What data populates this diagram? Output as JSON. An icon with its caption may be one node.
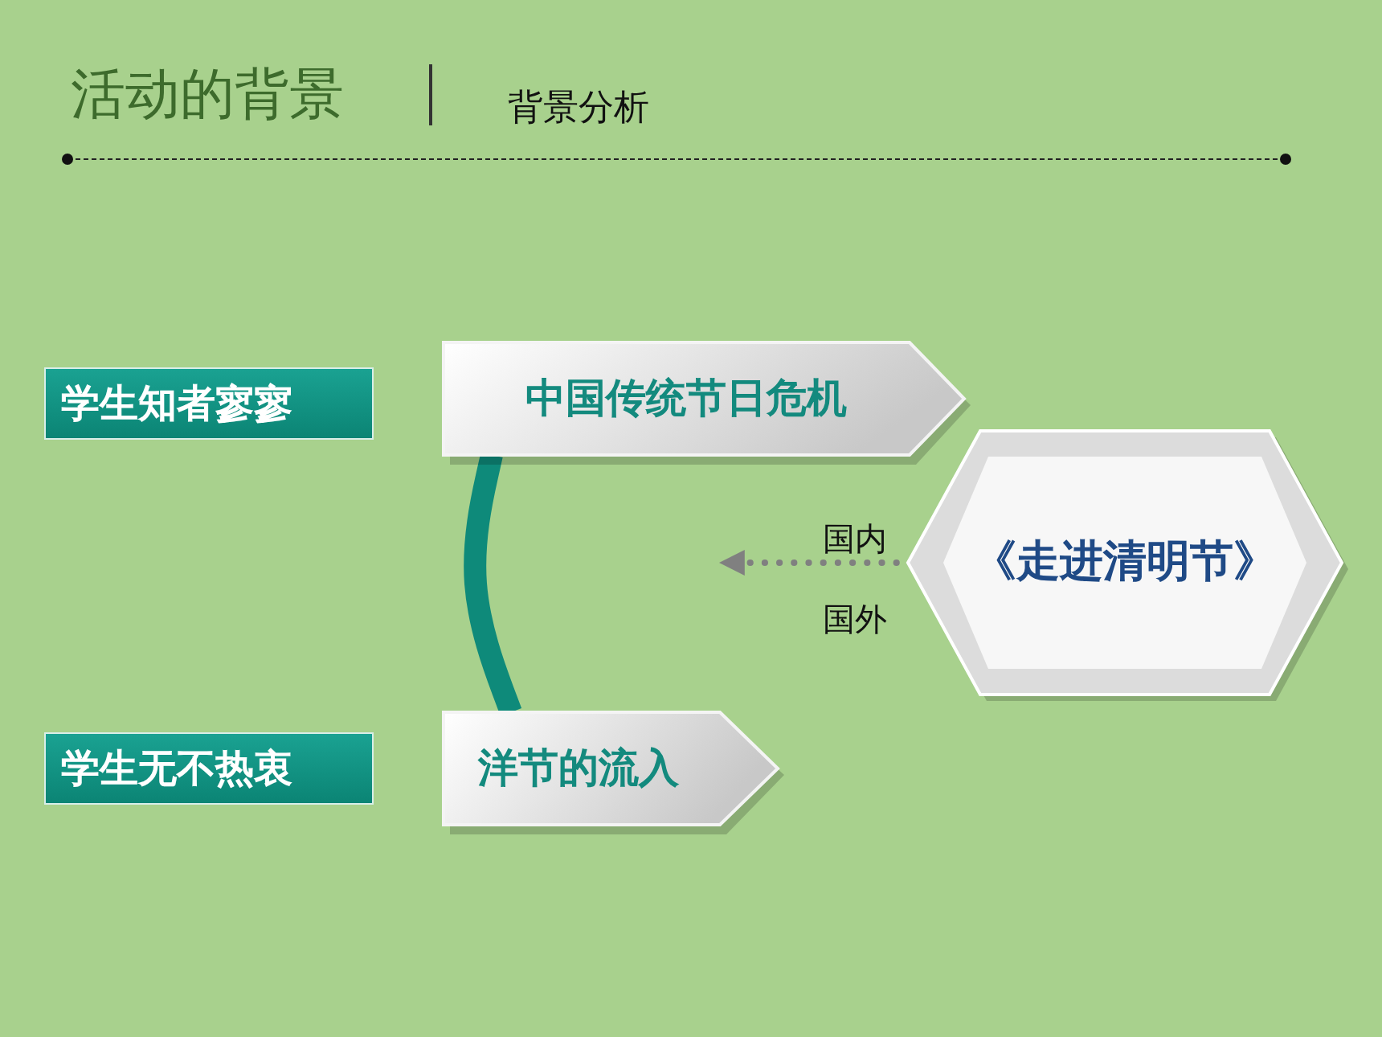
{
  "diagram": {
    "title": "活动的背景",
    "nodes": [
      {
        "text": [
          "学生知者寥寥"
        ]
      },
      {
        "text": [
          "中国传统节日危机"
        ]
      },
      {
        "text": [
          "《走进清明节》"
        ]
      },
      {
        "text": [
          "学生无不热衷"
        ]
      },
      {
        "text": [
          "洋节的流入"
        ]
      }
    ],
    "edges": [
      {
        "from": 1,
        "to": 4,
        "arrow": "none",
        "style": "thick",
        "color": "#0e8a7a"
      },
      {
        "from": 2,
        "to": null,
        "arrow": "to",
        "style": "dashed",
        "color": "#808080"
      }
    ],
    "labels": [
      "背景分析",
      "国内",
      "国外"
    ]
  }
}
